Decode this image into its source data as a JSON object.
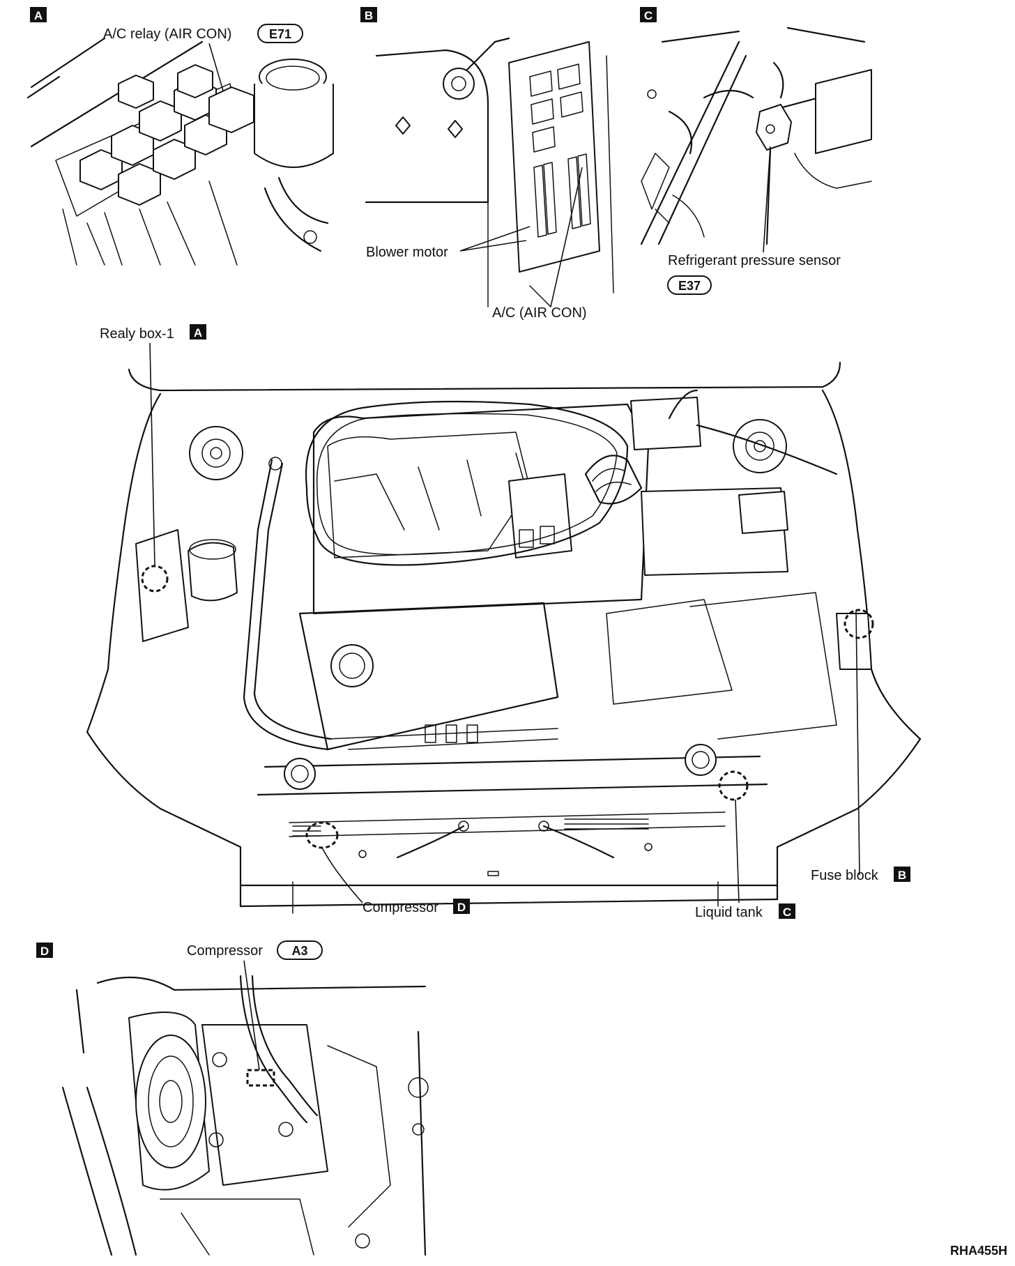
{
  "panels": {
    "a": {
      "letter": "A",
      "relay_label": "A/C relay (AIR CON)",
      "connector": "E71"
    },
    "b": {
      "letter": "B",
      "blower_label": "Blower motor",
      "fuse_label": "A/C (AIR CON)"
    },
    "c": {
      "letter": "C",
      "sensor_label": "Refrigerant pressure sensor",
      "connector": "E37"
    },
    "d": {
      "letter": "D",
      "compressor_label": "Compressor",
      "connector": "A3"
    }
  },
  "main": {
    "relay_box": {
      "label": "Realy box-1",
      "letter": "A"
    },
    "fuse_block": {
      "label": "Fuse block",
      "letter": "B"
    },
    "liquid_tank": {
      "label": "Liquid tank",
      "letter": "C"
    },
    "compressor": {
      "label": "Compressor",
      "letter": "D"
    }
  },
  "figure_code": "RHA455H"
}
